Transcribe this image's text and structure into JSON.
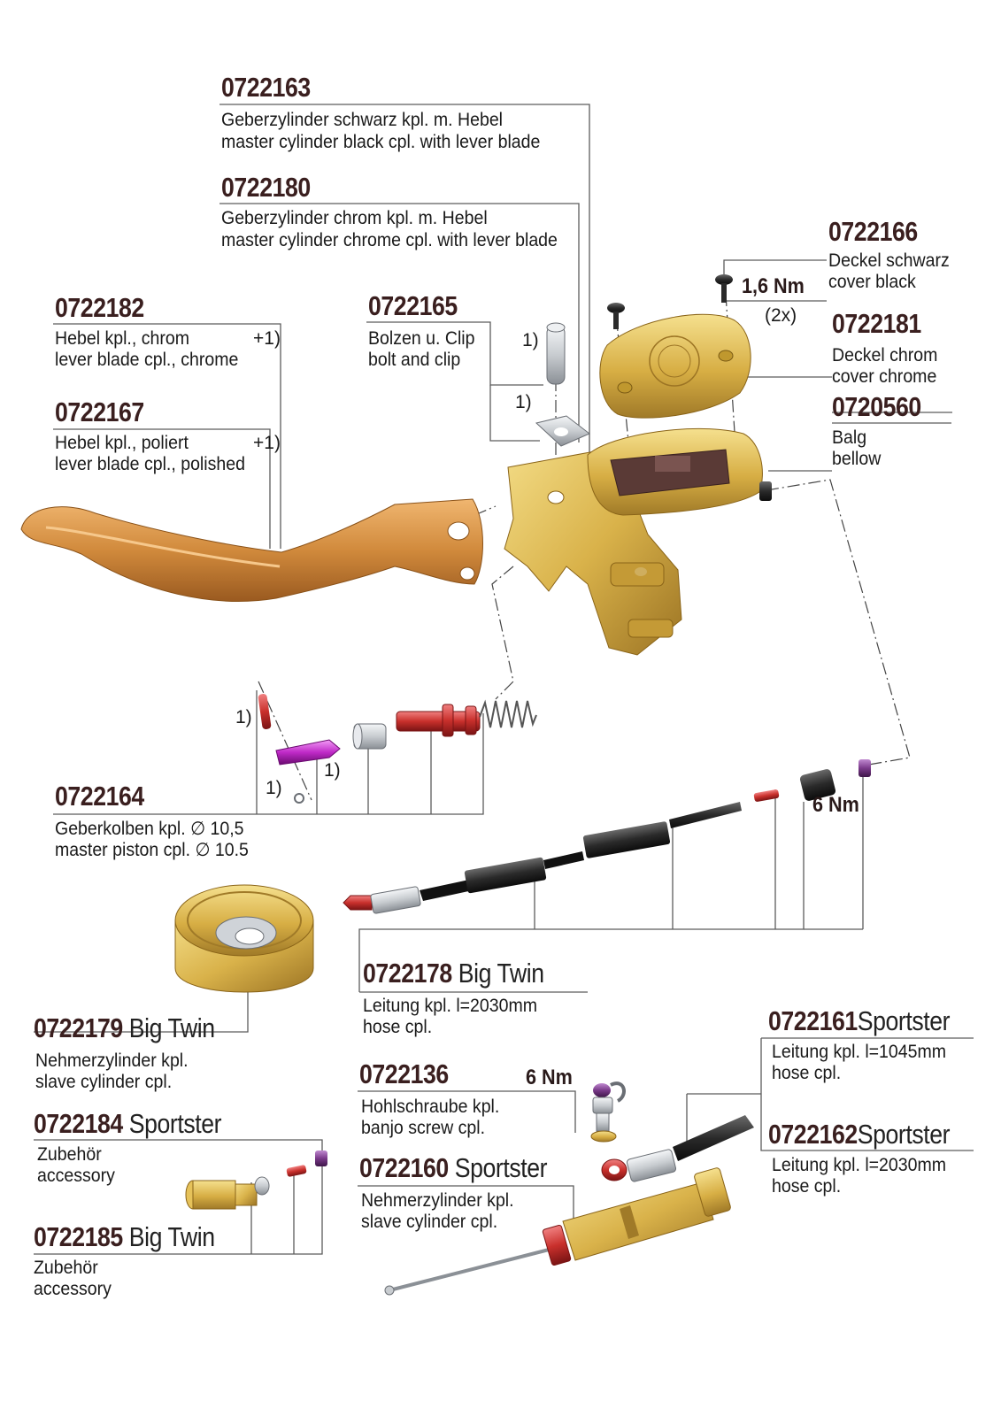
{
  "colors": {
    "part_number": "#3a1f1f",
    "leader_line": "#5a5a5a",
    "gold": "#d9b24a",
    "gold_dark": "#9c7424",
    "copper": "#d18a3c",
    "red": "#c9302c",
    "purple": "#7a3a8a",
    "magenta": "#c02ac8",
    "silver": "#c8ccd0",
    "black": "#1c1c1c"
  },
  "callouts": {
    "p0722163": {
      "pn": "0722163",
      "l1": "Geberzylinder schwarz kpl. m. Hebel",
      "l2": "master cylinder black cpl. with lever blade"
    },
    "p0722180": {
      "pn": "0722180",
      "l1": "Geberzylinder chrom kpl. m. Hebel",
      "l2": "master cylinder chrome cpl. with lever blade"
    },
    "p0722166": {
      "pn": "0722166",
      "l1": "Deckel schwarz",
      "l2": "cover black"
    },
    "p0722181": {
      "pn": "0722181",
      "l1": "Deckel chrom",
      "l2": "cover chrome"
    },
    "p0720560": {
      "pn": "0720560",
      "l1": "Balg",
      "l2": "bellow"
    },
    "p0722182": {
      "pn": "0722182",
      "l1": "Hebel kpl., chrom",
      "l2": "lever blade cpl., chrome",
      "note": "+1)"
    },
    "p0722167": {
      "pn": "0722167",
      "l1": "Hebel kpl., poliert",
      "l2": "lever blade cpl., polished",
      "note": "+1)"
    },
    "p0722165": {
      "pn": "0722165",
      "l1": "Bolzen u. Clip",
      "l2": "bolt and clip"
    },
    "p0722164": {
      "pn": "0722164",
      "l1": "Geberkolben kpl. ∅ 10,5",
      "l2": "master piston cpl. ∅ 10.5"
    },
    "p0722178": {
      "pn": "0722178",
      "suffix": "Big Twin",
      "l1": "Leitung kpl. l=2030mm",
      "l2": "hose cpl."
    },
    "p0722179": {
      "pn": "0722179",
      "suffix": "Big Twin",
      "l1": "Nehmerzylinder kpl.",
      "l2": "slave cylinder cpl."
    },
    "p0722161": {
      "pn": "0722161",
      "suffix": "Sportster",
      "l1": "Leitung kpl. l=1045mm",
      "l2": "hose cpl."
    },
    "p0722162": {
      "pn": "0722162",
      "suffix": "Sportster",
      "l1": "Leitung kpl. l=2030mm",
      "l2": "hose cpl."
    },
    "p0722136": {
      "pn": "0722136",
      "l1": "Hohlschraube kpl.",
      "l2": "banjo screw cpl."
    },
    "p0722160": {
      "pn": "0722160",
      "suffix": "Sportster",
      "l1": "Nehmerzylinder kpl.",
      "l2": "slave cylinder cpl."
    },
    "p0722184": {
      "pn": "0722184",
      "suffix": "Sportster",
      "l1": "Zubehör",
      "l2": "accessory"
    },
    "p0722185": {
      "pn": "0722185",
      "suffix": "Big Twin",
      "l1": "Zubehör",
      "l2": "accessory"
    }
  },
  "torques": {
    "cover_screw": "1,6 Nm",
    "cover_screw_qty": "(2x)",
    "fitting": "6 Nm",
    "banjo": "6 Nm"
  },
  "notes": {
    "one": "1)"
  },
  "icons": [
    "screw-icon",
    "spring-icon",
    "lever-icon",
    "master-cylinder-icon",
    "slave-cylinder-icon"
  ]
}
